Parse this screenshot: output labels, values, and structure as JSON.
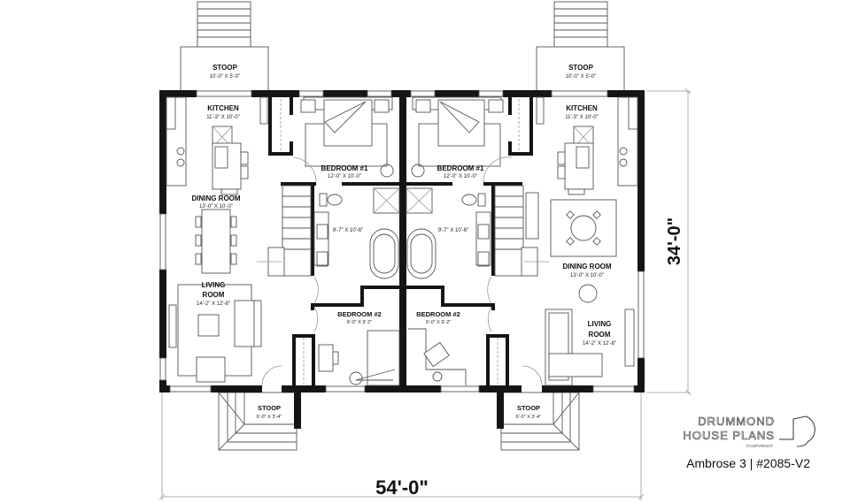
{
  "plan": {
    "name": "Ambrose 3 | #2085-V2",
    "overall_width": "54'-0\"",
    "overall_depth": "34'-0\""
  },
  "brand": {
    "line1": "DRUMMOND",
    "line2": "HOUSE PLANS",
    "copyright": "©COPYRIGHT"
  },
  "units": {
    "left": {
      "rear_stoop": {
        "label": "STOOP",
        "dims": "10'-0\" X 5'-0\""
      },
      "kitchen": {
        "label": "KITCHEN",
        "dims": "11'-3\" X 10'-0\""
      },
      "bedroom1": {
        "label": "BEDROOM #1",
        "dims": "12'-0\" X 10'-0\""
      },
      "dining": {
        "label": "DINING ROOM",
        "dims": "13'-0\" X 10'-0\""
      },
      "bath": {
        "dims": "9'-7\" X 10'-6\""
      },
      "living": {
        "label1": "LIVING",
        "label2": "ROOM",
        "dims": "14'-2\" X 12'-8\""
      },
      "bedroom2": {
        "label": "BEDROOM #2",
        "dims": "9'-0\" X 9'-2\""
      },
      "front_stoop": {
        "label": "STOOP",
        "dims": "6'-0\" X 3'-4\""
      }
    },
    "right": {
      "rear_stoop": {
        "label": "STOOP",
        "dims": "10'-0\" X 5'-0\""
      },
      "kitchen": {
        "label": "KITCHEN",
        "dims": "11'-3\" X 10'-0\""
      },
      "bedroom1": {
        "label": "BEDROOM #1",
        "dims": "12'-0\" X 10'-0\""
      },
      "dining": {
        "label": "DINING ROOM",
        "dims": "13'-0\" X 10'-0\""
      },
      "bath": {
        "dims": "9'-7\" X 10'-6\""
      },
      "living": {
        "label1": "LIVING",
        "label2": "ROOM",
        "dims": "14'-2\" X 12'-8\""
      },
      "bedroom2": {
        "label": "BEDROOM #2",
        "dims": "9'-0\" X 9'-2\""
      },
      "front_stoop": {
        "label": "STOOP",
        "dims": "6'-0\" X 3'-4\""
      }
    }
  }
}
